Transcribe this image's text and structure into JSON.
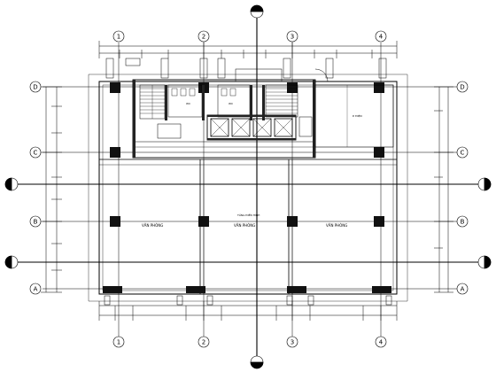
{
  "grid": {
    "columns": [
      "1",
      "2",
      "3",
      "4"
    ],
    "rows": [
      "D",
      "C",
      "B",
      "A"
    ]
  },
  "rooms": {
    "office_left": "VĂN PHÒNG",
    "office_center": "VĂN PHÒNG",
    "office_right": "VĂN PHÒNG",
    "wc_left": "WC",
    "wc_right": "WC",
    "electrical_room": "P. ĐIỆN",
    "level_note": "TẦNG ĐIỂN HÌNH"
  },
  "colors": {
    "line": "#000000",
    "hatch": "#222222",
    "background": "#ffffff"
  }
}
